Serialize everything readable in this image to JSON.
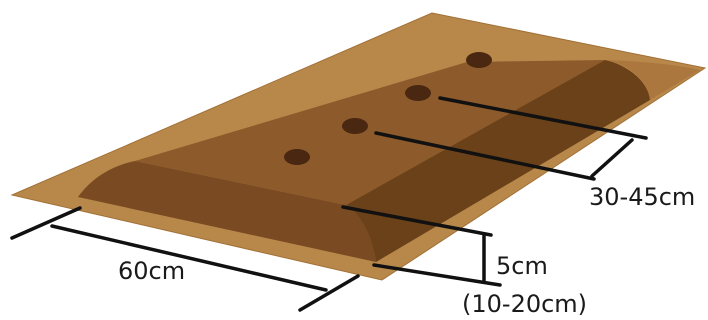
{
  "diagram": {
    "labels": {
      "bed_width": "60cm",
      "hole_spacing": "30-45cm",
      "bed_height": "5cm",
      "furrow_depth": "(10-20cm)"
    },
    "planting_holes": 4,
    "colors": {
      "ground": "#b8884b",
      "ground_edge": "#a27036",
      "bed_top": "#8c5a2b",
      "bed_front_face": "#7a4b22",
      "bed_end_face": "#a26a35",
      "shade": "#5c3511",
      "hole": "#4a2710",
      "dimension_line": "#111111"
    }
  }
}
